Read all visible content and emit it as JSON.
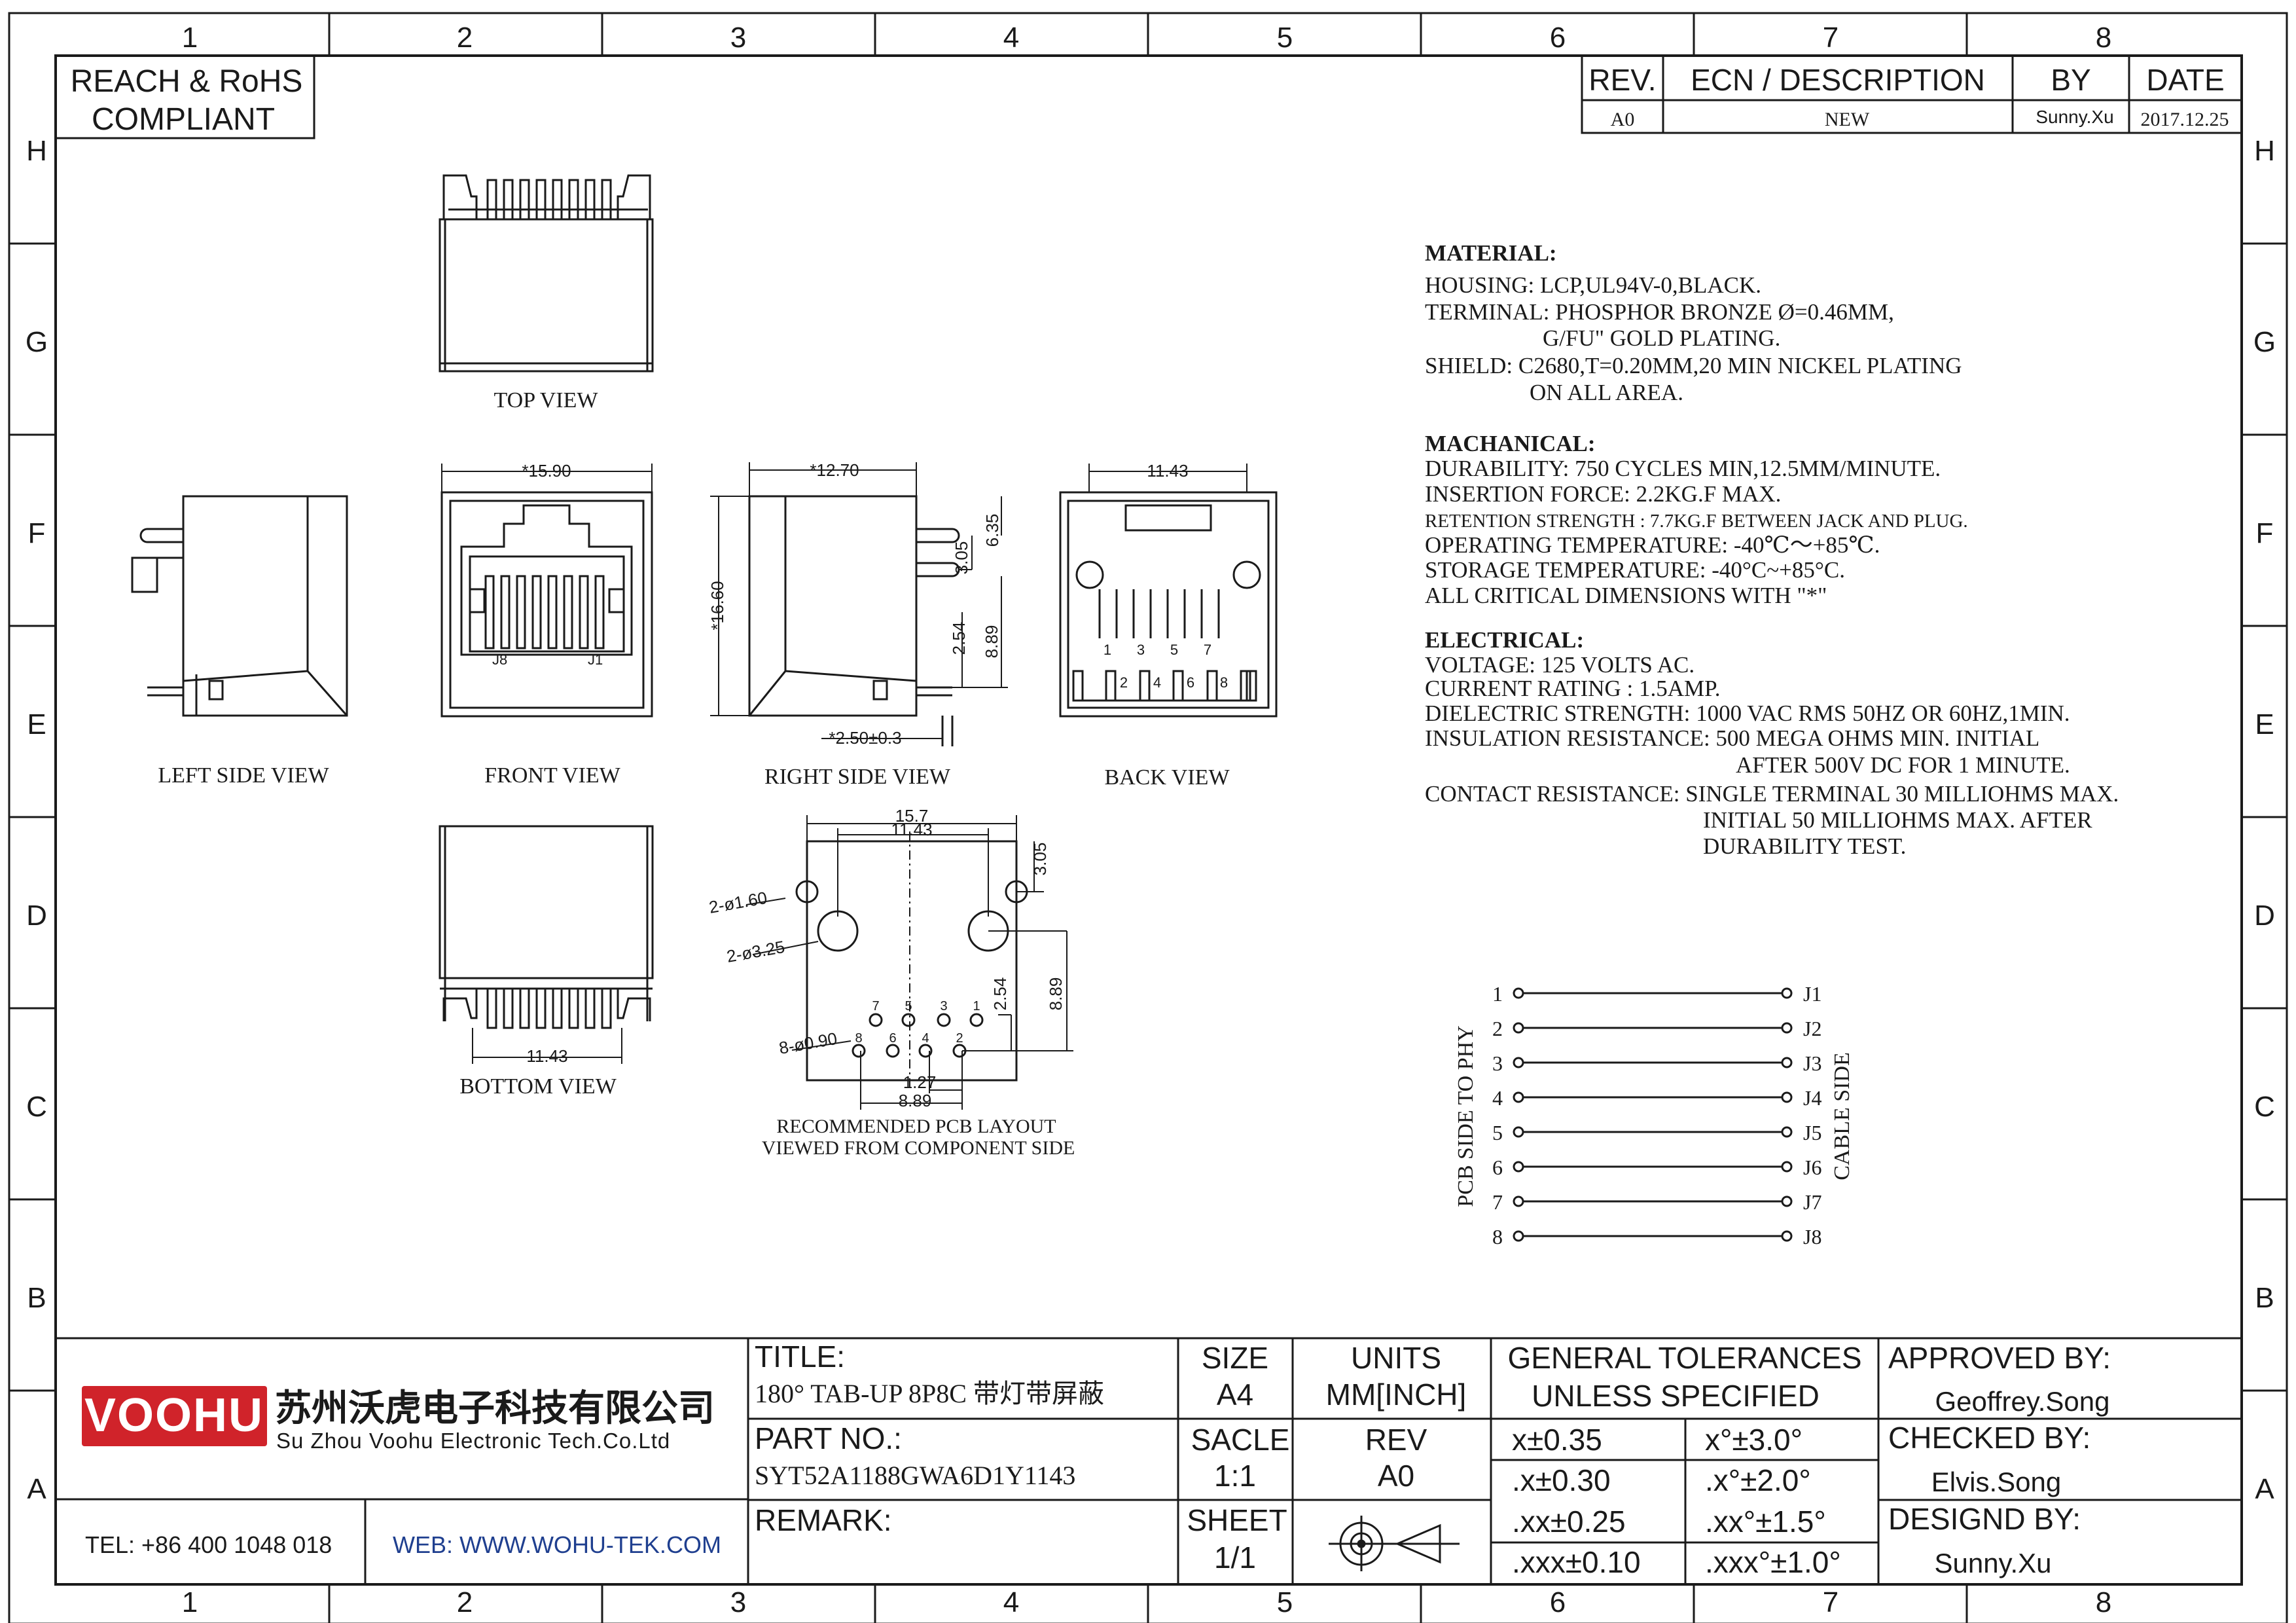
{
  "grid": {
    "columns": [
      "1",
      "2",
      "3",
      "4",
      "5",
      "6",
      "7",
      "8"
    ],
    "rows": [
      "H",
      "G",
      "F",
      "E",
      "D",
      "C",
      "B",
      "A"
    ]
  },
  "compliance": [
    "REACH & RoHS",
    "COMPLIANT"
  ],
  "revision_table": {
    "headers": [
      "REV.",
      "ECN / DESCRIPTION",
      "BY",
      "DATE"
    ],
    "row": [
      "A0",
      "NEW",
      "Sunny.Xu",
      "2017.12.25"
    ]
  },
  "views": {
    "top": "TOP VIEW",
    "left": "LEFT SIDE VIEW",
    "front": "FRONT VIEW",
    "right": "RIGHT SIDE VIEW",
    "back": "BACK VIEW",
    "bottom": "BOTTOM VIEW",
    "pcb_line1": "RECOMMENDED PCB LAYOUT",
    "pcb_line2": "VIEWED FROM COMPONENT SIDE"
  },
  "dimensions": {
    "front_width": "*15.90",
    "right_depth": "*12.70",
    "height": "*16.60",
    "d_6_35": "6.35",
    "d_3_05": "3.05",
    "d_2_54": "2.54",
    "d_8_89": "8.89",
    "d_pitch": "*2.50±0.3",
    "back_width": "11.43",
    "bottom_width": "11.43",
    "pcb_15_7": "15.7",
    "pcb_11_43": "11.43",
    "pcb_3_05": "3.05",
    "pcb_2_54": "2.54",
    "pcb_8_89": "8.89",
    "pcb_1_27": "1.27",
    "pcb_8_89b": "8.89",
    "hole_a": "2-ø1.60",
    "hole_b": "2-ø3.25",
    "hole_c": "8-ø0.90",
    "front_j8": "J8",
    "front_j1": "J1",
    "back_pins_top": [
      "1",
      "3",
      "5",
      "7"
    ],
    "back_pins_bottom": [
      "2",
      "4",
      "6",
      "8"
    ],
    "pcb_pins_top": [
      "7",
      "5",
      "3",
      "1"
    ],
    "pcb_pins_bottom": [
      "8",
      "6",
      "4",
      "2"
    ]
  },
  "specs": [
    {
      "text": "MATERIAL:",
      "bold": true
    },
    {
      "text": "HOUSING: LCP,UL94V-0,BLACK."
    },
    {
      "text": "TERMINAL: PHOSPHOR BRONZE Ø=0.46MM,"
    },
    {
      "text": "G/FU\" GOLD PLATING.",
      "indent": 1
    },
    {
      "text": "SHIELD: C2680,T=0.20MM,20 MIN NICKEL PLATING"
    },
    {
      "text": "ON ALL AREA.",
      "indent": 2
    },
    {
      "text": "MACHANICAL:",
      "bold": true
    },
    {
      "text": "DURABILITY: 750 CYCLES MIN,12.5MM/MINUTE."
    },
    {
      "text": "INSERTION FORCE: 2.2KG.F MAX."
    },
    {
      "text": "RETENTION STRENGTH : 7.7KG.F BETWEEN JACK AND PLUG.",
      "small": true
    },
    {
      "text": "OPERATING TEMPERATURE: -40℃～+85℃."
    },
    {
      "text": "STORAGE TEMPERATURE: -40°C~+85°C."
    },
    {
      "text": "ALL CRITICAL DIMENSIONS WITH \"*\""
    },
    {
      "text": "ELECTRICAL:",
      "bold": true
    },
    {
      "text": "VOLTAGE: 125 VOLTS AC."
    },
    {
      "text": "CURRENT RATING : 1.5AMP."
    },
    {
      "text": "DIELECTRIC STRENGTH: 1000 VAC RMS 50HZ OR 60HZ,1MIN."
    },
    {
      "text": "INSULATION RESISTANCE: 500 MEGA OHMS MIN. INITIAL"
    },
    {
      "text": "AFTER 500V DC FOR 1 MINUTE.",
      "indent": 3
    },
    {
      "text": "CONTACT RESISTANCE: SINGLE TERMINAL 30 MILLIOHMS MAX."
    },
    {
      "text": "INITIAL 50 MILLIOHMS MAX. AFTER",
      "indent": 4
    },
    {
      "text": "DURABILITY TEST.",
      "indent": 4
    }
  ],
  "schematic": {
    "pcb_label": "PCB SIDE TO PHY",
    "cable_label": "CABLE SIDE",
    "left": [
      "1",
      "2",
      "3",
      "4",
      "5",
      "6",
      "7",
      "8"
    ],
    "right": [
      "J1",
      "J2",
      "J3",
      "J4",
      "J5",
      "J6",
      "J7",
      "J8"
    ]
  },
  "title_block": {
    "logo": "VOOHU",
    "company_cn": "苏州沃虎电子科技有限公司",
    "company_en": "Su Zhou Voohu Electronic Tech.Co.Ltd",
    "tel": "TEL: +86 400 1048 018",
    "web": "WEB: WWW.WOHU-TEK.COM",
    "title_label": "TITLE:",
    "title_value": "180° TAB-UP 8P8C 带灯带屏蔽",
    "part_label": "PART NO.:",
    "part_value": "SYT52A1188GWA6D1Y1143",
    "remark_label": "REMARK:",
    "size_label": "SIZE",
    "size_value": "A4",
    "units_label": "UNITS",
    "units_value": "MM[INCH]",
    "scale_label": "SACLE",
    "scale_value": "1:1",
    "rev_label": "REV",
    "rev_value": "A0",
    "sheet_label": "SHEET",
    "sheet_value": "1/1",
    "tol_label_1": "GENERAL TOLERANCES",
    "tol_label_2": "UNLESS SPECIFIED",
    "tolerances": [
      [
        "x±0.35",
        "x°±3.0°"
      ],
      [
        ".x±0.30",
        ".x°±2.0°"
      ],
      [
        ".xx±0.25",
        ".xx°±1.5°"
      ],
      [
        ".xxx±0.10",
        ".xxx°±1.0°"
      ]
    ],
    "approved_label": "APPROVED BY:",
    "approved_value": "Geoffrey.Song",
    "checked_label": "CHECKED BY:",
    "checked_value": "Elvis.Song",
    "designed_label": "DESIGND BY:",
    "designed_value": "Sunny.Xu"
  },
  "colors": {
    "ink": "#1a1a1a",
    "logo_red": "#d0232a",
    "web_blue": "#1f3f8f"
  }
}
